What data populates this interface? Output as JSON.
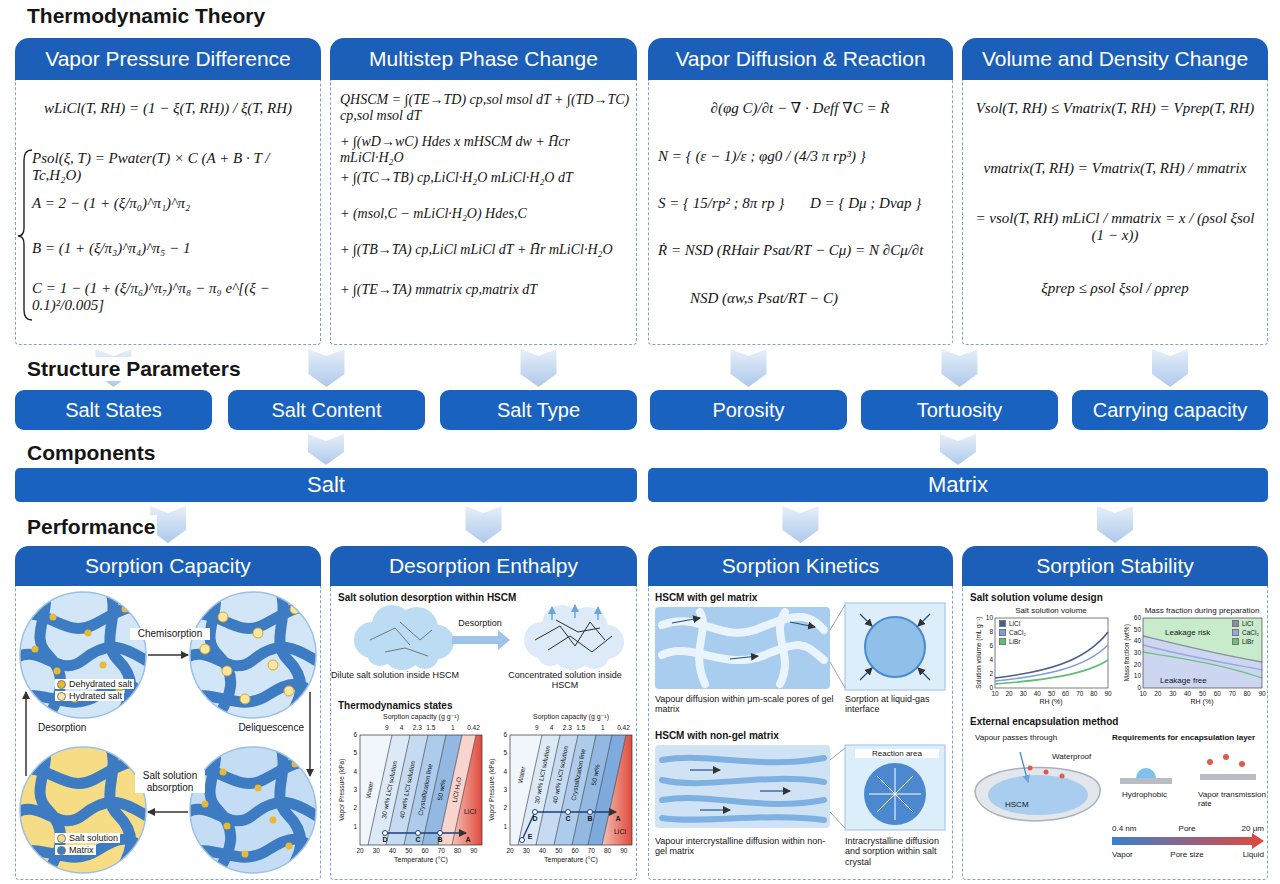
{
  "diagram": {
    "nodes": [
      {
        "text": [
          "Vapor Pressure Difference"
        ]
      },
      {
        "text": [
          "Multistep Phase Change"
        ]
      },
      {
        "text": [
          "Vapor Diffusion & Reaction"
        ]
      },
      {
        "text": [
          "Volume and Density Change"
        ]
      },
      {
        "text": [
          "Salt States"
        ]
      },
      {
        "text": [
          "Salt Content"
        ]
      },
      {
        "text": [
          "Salt Type"
        ]
      },
      {
        "text": [
          "Porosity"
        ]
      },
      {
        "text": [
          "Tortuosity"
        ]
      },
      {
        "text": [
          "Carrying capacity"
        ]
      },
      {
        "text": [
          "Salt"
        ]
      },
      {
        "text": [
          "Matrix"
        ]
      },
      {
        "text": [
          "Sorption Capacity"
        ]
      },
      {
        "text": [
          "Desorption Enthalpy"
        ]
      },
      {
        "text": [
          "Sorption Kinetics"
        ]
      },
      {
        "text": [
          "Sorption Stability"
        ]
      }
    ],
    "edges": [
      {
        "from": 0,
        "to": 4,
        "arrow": "to"
      },
      {
        "from": 0,
        "to": 5,
        "arrow": "to"
      },
      {
        "from": 1,
        "to": 6,
        "arrow": "to"
      },
      {
        "from": 2,
        "to": 7,
        "arrow": "to"
      },
      {
        "from": 2,
        "to": 8,
        "arrow": "to"
      },
      {
        "from": 3,
        "to": 9,
        "arrow": "to"
      },
      {
        "from": 5,
        "to": 10,
        "arrow": "to"
      },
      {
        "from": 8,
        "to": 11,
        "arrow": "to"
      },
      {
        "from": 10,
        "to": 12,
        "arrow": "to"
      },
      {
        "from": 10,
        "to": 13,
        "arrow": "to"
      },
      {
        "from": 11,
        "to": 14,
        "arrow": "to"
      },
      {
        "from": 11,
        "to": 15,
        "arrow": "to"
      }
    ],
    "labels": [
      "Thermodynamic Theory",
      "Structure Parameters",
      "Components",
      "Performance",
      "wLiCl(T, RH) = (1 − ξ(T, RH)) / ξ(T, RH)",
      "Psol(ξ, T) = Pwater(T) × C (A + B · T / Tc,H₂O)",
      "A = 2 − (1 + (ξ/π₀)^π₁)^π₂",
      "B = (1 + (ξ/π₃)^π₄)^π₅ − 1",
      "C = 1 − (1 + (ξ/π₆)^π₇)^π₈ − π₉ e^[(ξ − 0.1)²/0.005]",
      "QHSCM = ∫(TE→TD) cp,sol msol dT + ∫(TD→TC) cp,sol msol dT",
      "+ ∫(wD→wC) Hdes x mHSCM dw + H̄cr mLiCl·H₂O",
      "+ ∫(TC→TB) cp,LiCl·H₂O mLiCl·H₂O dT",
      "+ (msol,C − mLiCl·H₂O) Hdes,C",
      "+ ∫(TB→TA) cp,LiCl mLiCl dT + H̄r mLiCl·H₂O",
      "+ ∫(TE→TA) mmatrix cp,matrix dT",
      "∂(φg C)/∂t − ∇ · Deff ∇C = Ṙ",
      "N = { (ε − 1)/ε ; φg0 / (4/3 π rp³) }",
      "S = { 15/rp² ; 8π rp }",
      "D = { Dμ ; Dvap }",
      "Ṙ = NSD (RHair Psat/RT − Cμ) = N ∂Cμ/∂t",
      "NSD (αw,s Psat/RT − C)",
      "Vsol(T, RH) ≤ Vmatrix(T, RH) = Vprep(T, RH)",
      "vmatrix(T, RH) = Vmatrix(T, RH) / mmatrix",
      "= vsol(T, RH) mLiCl / mmatrix = x / (ρsol ξsol (1 − x))",
      "ξprep ≤ ρsol ξsol / ρprep",
      "Chemisorption",
      "Desorption",
      "Deliquescence",
      "Salt solution absorption",
      "Salt solution desorption within HSCM",
      "Desorption",
      "Dilute salt solution inside HSCM",
      "Concentrated solution inside HSCM",
      "Thermodynamics states",
      "Sorption capacity (g g⁻¹)",
      "9",
      "4",
      "2.3",
      "1.5",
      "1",
      "0.42",
      "1",
      "2",
      "3",
      "4",
      "5",
      "6",
      "20",
      "30",
      "40",
      "50",
      "60",
      "70",
      "80",
      "90",
      "Vapor Pressure (kPa)",
      "Temperature (°C)",
      "Water",
      "30 wt% LiCl solution",
      "40 wt% LiCl solution",
      "Crystallization line",
      "50 wt%",
      "LiCl",
      "LiCl·H₂O",
      "D",
      "C",
      "B",
      "A",
      "Sorption capacity (g g⁻¹)",
      "9",
      "4",
      "2.3",
      "1.5",
      "1",
      "0.42",
      "1",
      "2",
      "3",
      "4",
      "5",
      "6",
      "20",
      "30",
      "40",
      "50",
      "60",
      "70",
      "80",
      "90",
      "Vapor Pressure (kPa)",
      "Temperature (°C)",
      "Water",
      "30 wt% LiCl solution",
      "40 wt% LiCl solution",
      "Crystallization line",
      "50 wt%",
      "LiCl",
      "E",
      "D",
      "C",
      "B",
      "A",
      "HSCM with gel matrix",
      "Vapour diffusion within μm-scale pores of gel matrix",
      "Sorption at liquid-gas interface",
      "HSCM with non-gel matrix",
      "Vapour intercrystalline diffusion within non-gel matrix",
      "Reaction area",
      "Intracrystalline diffusion and sorption within salt crystal",
      "Salt solution volume design",
      "Salt solution volume",
      "0",
      "2",
      "4",
      "6",
      "8",
      "10",
      "10",
      "20",
      "30",
      "40",
      "50",
      "60",
      "70",
      "80",
      "90",
      "RH (%)",
      "Solution volume (mL g⁻¹)",
      "Mass fraction during preparation",
      "0",
      "10",
      "20",
      "30",
      "40",
      "50",
      "60",
      "10",
      "20",
      "30",
      "40",
      "50",
      "60",
      "70",
      "80",
      "90",
      "RH (%)",
      "Mass fraction (wt%)",
      "Leakage risk",
      "Leakage free",
      "External encapsulation method",
      "Vapour passes through",
      "Waterproof",
      "HSCM",
      "Requirements for encapsulation layer",
      "Hydrophobic",
      "Vapor transmission rate",
      "0.4 nm",
      "Pore",
      "20 μm",
      "Vapor",
      "Liquid",
      "Pore size"
    ],
    "legend": [
      {
        "text": "Dehydrated salt",
        "color": "#e8b931"
      },
      {
        "text": "Hydrated salt",
        "color": "#fbe7a1"
      },
      {
        "text": "Salt solution",
        "color": "#f6dd85"
      },
      {
        "text": "Matrix",
        "color": "#3d7cc2"
      },
      {
        "text": "LiCl",
        "color": "#4a5d8c"
      },
      {
        "text": "CaCl₂",
        "color": "#7f9fdc"
      },
      {
        "text": "LiBr",
        "color": "#5fbf72"
      },
      {
        "text": "LiCl",
        "color": "#8a8f99"
      },
      {
        "text": "CaCl₂",
        "color": "#9aa6e0"
      },
      {
        "text": "LiBr",
        "color": "#6cc27c"
      }
    ]
  }
}
